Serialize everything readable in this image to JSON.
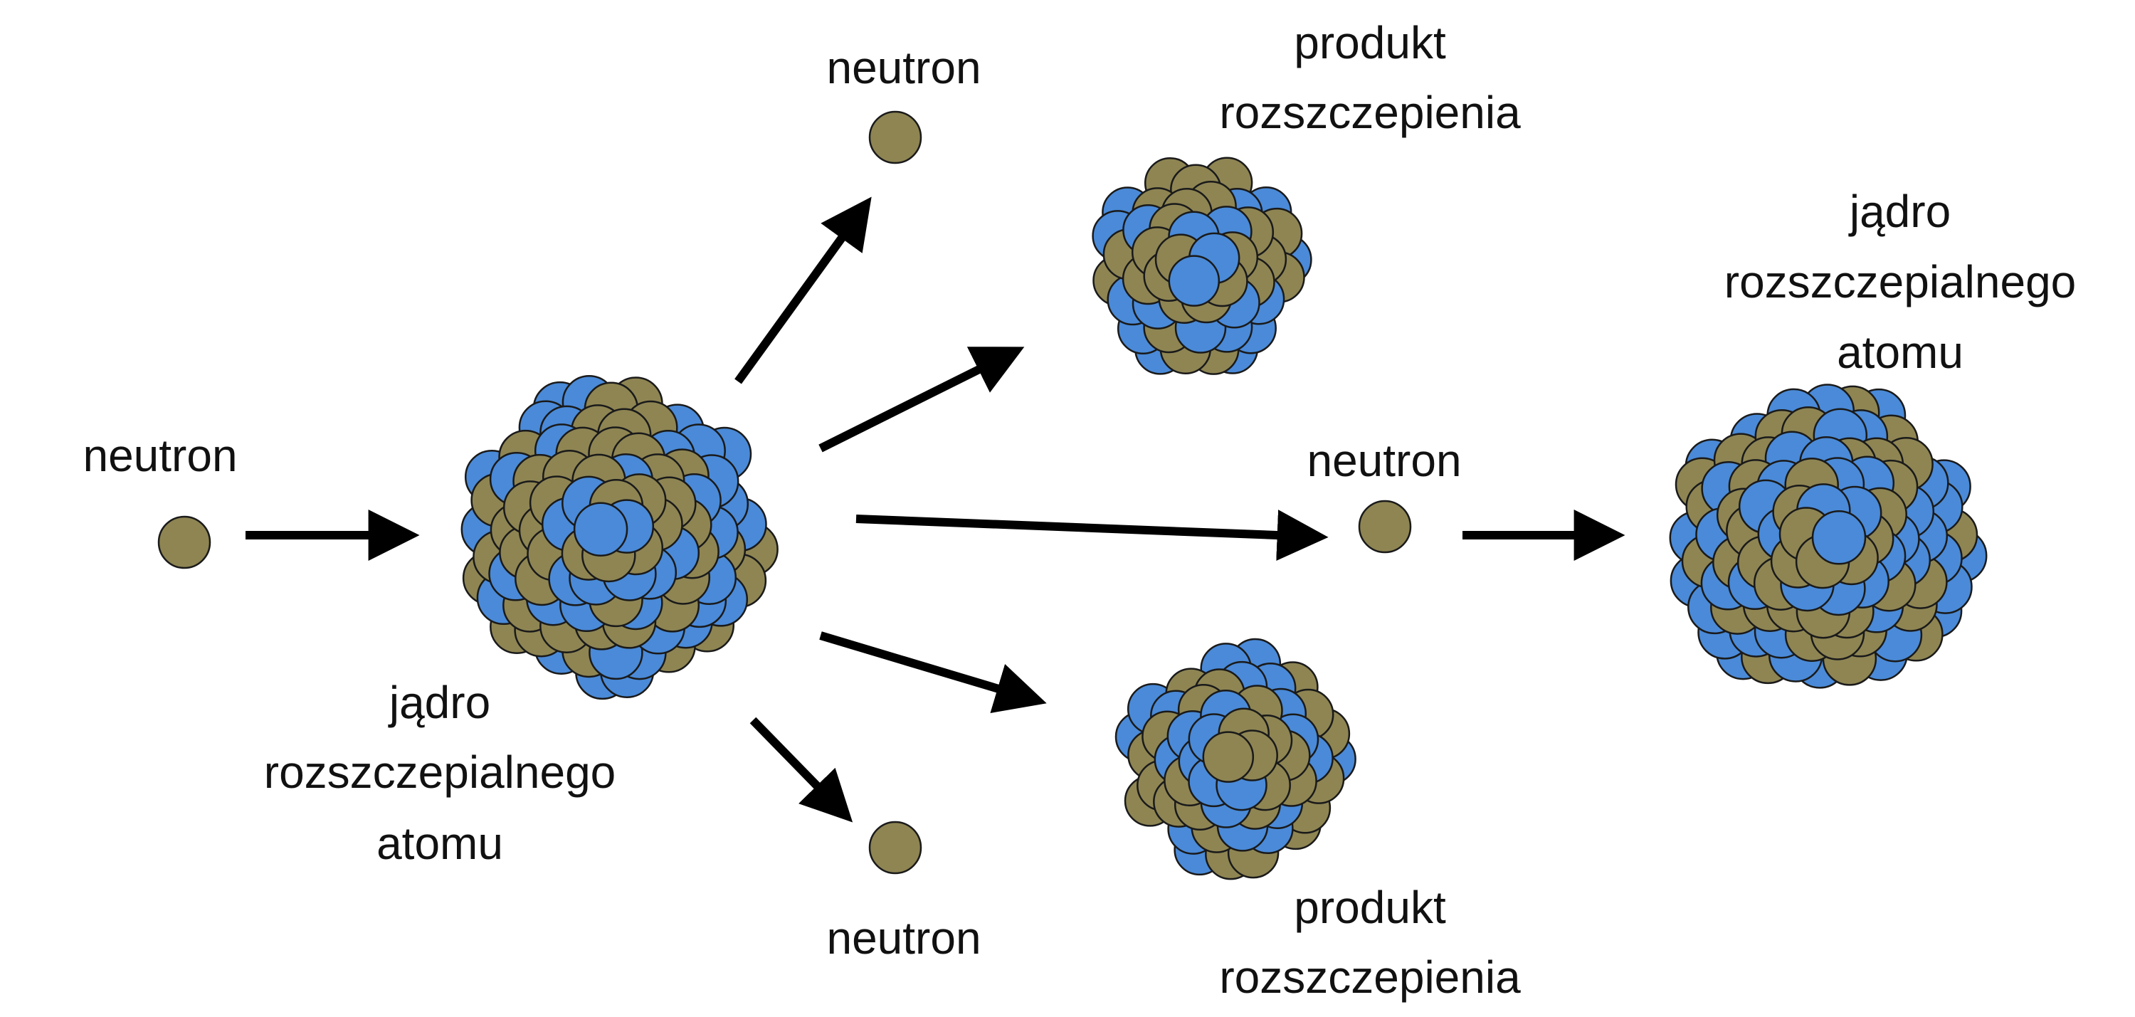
{
  "colors": {
    "neutron_fill": "#8e8553",
    "proton_fill": "#4a8ad8",
    "outline": "#1a1a1a",
    "arrow": "#000000",
    "text": "#111111"
  },
  "labels": {
    "incoming_neutron": "neutron",
    "fissile_nucleus_line1": "jądro",
    "fissile_nucleus_line2": "rozszczepialnego",
    "fissile_nucleus_line3": "atomu",
    "top_neutron": "neutron",
    "top_product_line1": "produkt",
    "top_product_line2": "rozszczepienia",
    "middle_neutron": "neutron",
    "bottom_neutron": "neutron",
    "bottom_product_line1": "produkt",
    "bottom_product_line2": "rozszczepienia",
    "target_nucleus_line1": "jądro",
    "target_nucleus_line2": "rozszczepialnego",
    "target_nucleus_line3": "atomu"
  }
}
